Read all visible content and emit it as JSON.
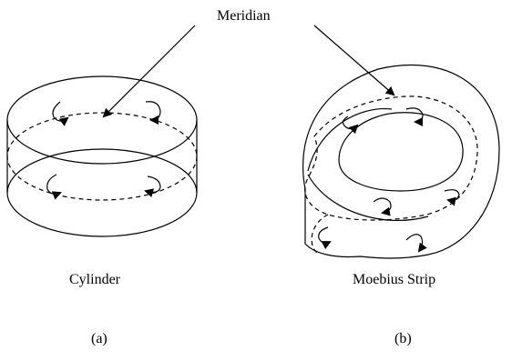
{
  "labels": {
    "meridian": "Meridian"
  },
  "captions": {
    "a_name": "Cylinder",
    "b_name": "Moebius Strip",
    "a_tag": "(a)",
    "b_tag": "(b)"
  },
  "colors": {
    "ink": "#000000",
    "background": "#ffffff"
  }
}
